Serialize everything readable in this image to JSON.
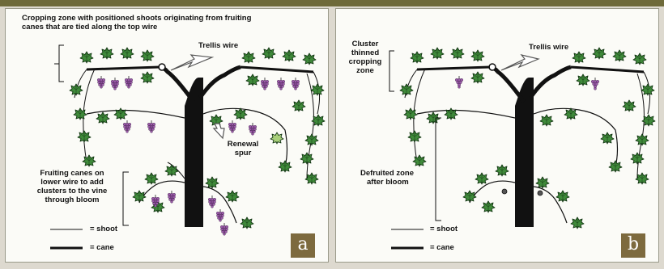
{
  "panel_a": {
    "title_line1": "Cropping zone with positioned shoots originating from fruiting",
    "title_line2": "canes that are tied along the top wire",
    "trellis_wire": "Trellis wire",
    "renewal_line1": "Renewal",
    "renewal_line2": "spur",
    "lower_line1": "Fruiting canes on",
    "lower_line2": "lower wire to add",
    "lower_line3": "clusters to the vine",
    "lower_line4": "through bloom",
    "legend_shoot": "= shoot",
    "legend_cane": "= cane",
    "badge": "a"
  },
  "panel_b": {
    "cluster_line1": "Cluster",
    "cluster_line2": "thinned",
    "cluster_line3": "cropping",
    "cluster_line4": "zone",
    "trellis_wire": "Trellis wire",
    "defruited_line1": "Defruited zone",
    "defruited_line2": "after bloom",
    "legend_shoot": "= shoot",
    "legend_cane": "= cane",
    "badge": "b"
  },
  "colors": {
    "leaf": "#3f8a3a",
    "leaf_light": "#a8cf7a",
    "grape": "#9a5aa8",
    "badge": "#7d6a3e",
    "ink": "#111111"
  },
  "icons": [
    "grape-leaf-icon",
    "grape-cluster-icon",
    "arrow-icon"
  ]
}
